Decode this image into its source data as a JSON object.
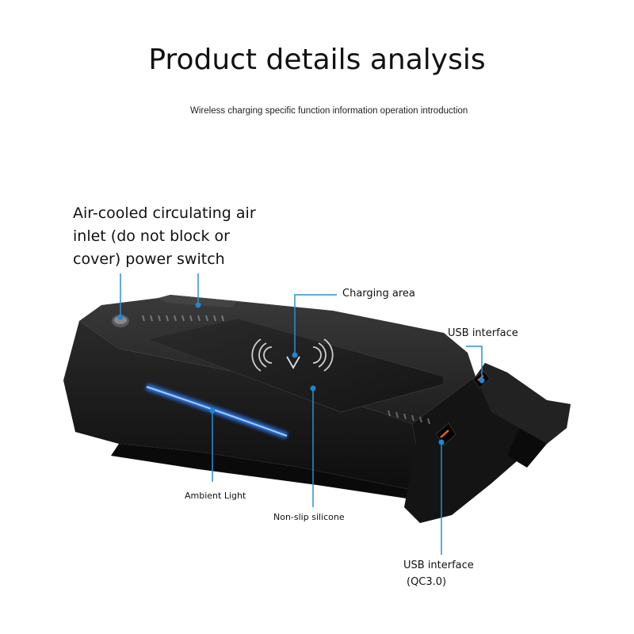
{
  "header": {
    "title": "Product details analysis",
    "subtitle": "Wireless charging specific function information operation introduction"
  },
  "callouts": {
    "air_inlet_line1": "Air-cooled circulating air",
    "air_inlet_line2": "inlet (do not block or",
    "air_inlet_line3": "cover) power switch",
    "charging_area": "Charging area",
    "usb_interface_top": "USB interface",
    "ambient_light": "Ambient Light",
    "non_slip": "Non-slip silicone",
    "usb_interface_bottom_line1": "USB interface",
    "usb_interface_bottom_line2": "(QC3.0)"
  },
  "colors": {
    "callout_line": "#2b8fd6",
    "callout_dot": "#1f86d4",
    "ambient_glow": "#2f7dff",
    "usb_port_accent": "#e8611f",
    "device_body": "#1b1b1b"
  },
  "icons": {
    "wireless_charging": "wireless-charging-icon"
  }
}
